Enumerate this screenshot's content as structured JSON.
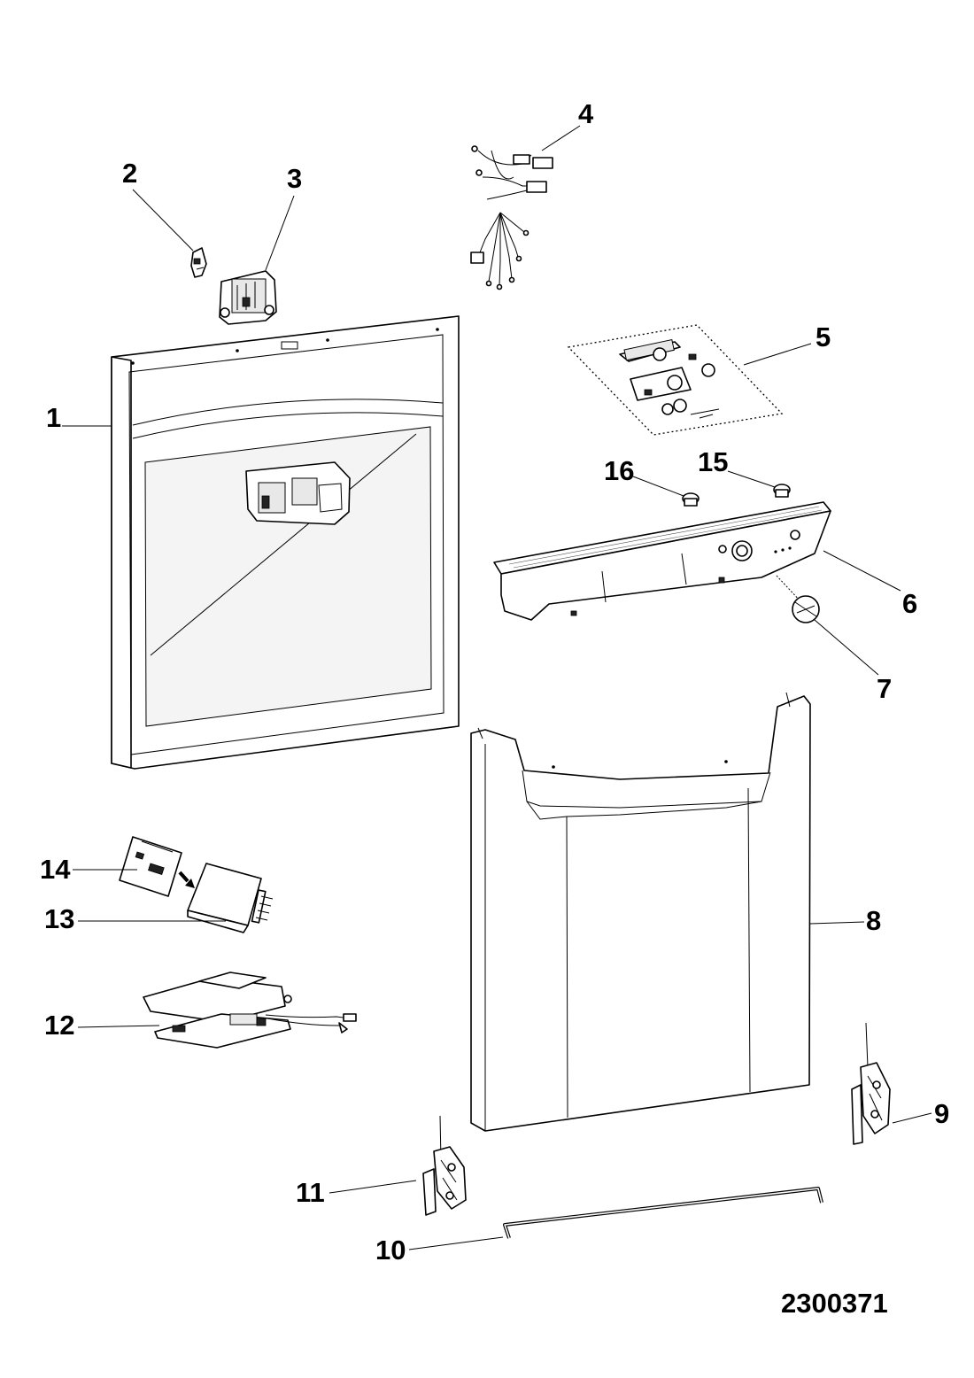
{
  "diagram": {
    "id_number": "2300371",
    "callouts": {
      "p1": "1",
      "p2": "2",
      "p3": "3",
      "p4": "4",
      "p5": "5",
      "p6": "6",
      "p7": "7",
      "p8": "8",
      "p9": "9",
      "p10": "10",
      "p11": "11",
      "p12": "12",
      "p13": "13",
      "p14": "14",
      "p15": "15",
      "p16": "16"
    }
  },
  "colors": {
    "ink": "#000000",
    "paper": "#ffffff",
    "shade": "#e8e8e8"
  }
}
